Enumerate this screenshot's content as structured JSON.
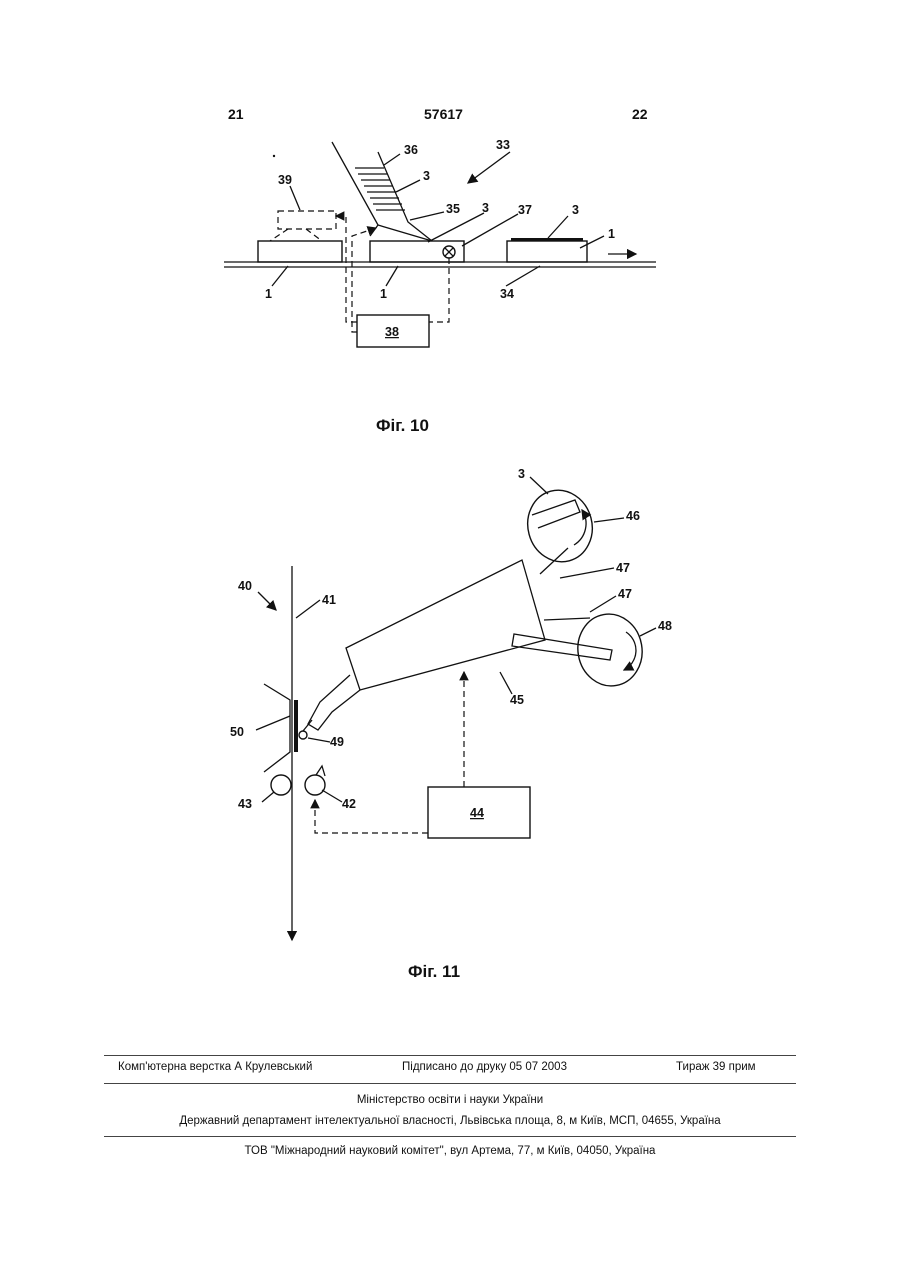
{
  "header": {
    "page_left": "21",
    "patent_number": "57617",
    "page_right": "22"
  },
  "figure10": {
    "caption": "Фіг. 10",
    "labels": {
      "l36": "36",
      "l33": "33",
      "l3a": "3",
      "l39": "39",
      "l35": "35",
      "l3b": "3",
      "l37": "37",
      "l3c": "3",
      "l1r": "1",
      "l1a": "1",
      "l1b": "1",
      "l34": "34",
      "l38": "38"
    }
  },
  "figure11": {
    "caption": "Фіг. 11",
    "labels": {
      "l3": "3",
      "l46": "46",
      "l47a": "47",
      "l47b": "47",
      "l48": "48",
      "l40": "40",
      "l41": "41",
      "l50": "50",
      "l49": "49",
      "l45": "45",
      "l43": "43",
      "l42": "42",
      "l44": "44"
    }
  },
  "footer": {
    "layout_credit": "Комп'ютерна верстка А Крулевський",
    "signed": "Підписано до друку 05 07 2003",
    "circulation": "Тираж 39 прим",
    "ministry": "Міністерство освіти і науки України",
    "department": "Державний департамент інтелектуальної власності, Львівська площа, 8, м Київ, МСП, 04655, Україна",
    "publisher": "ТОВ \"Міжнародний науковий комітет\", вул Артема, 77, м Київ, 04050, Україна"
  }
}
